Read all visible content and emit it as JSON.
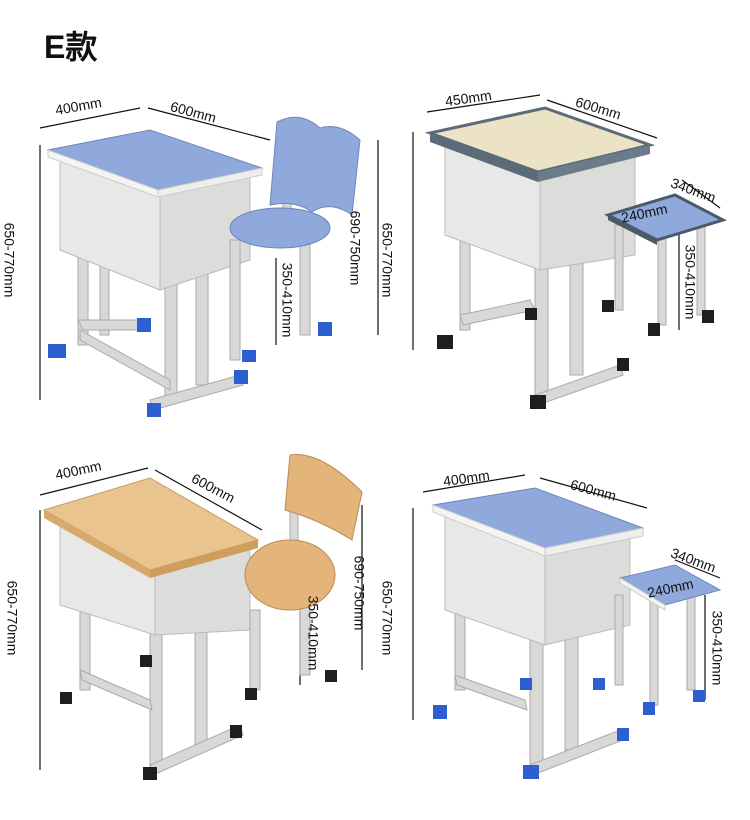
{
  "title": "E款",
  "products": [
    {
      "desk_depth": "400mm",
      "desk_width": "600mm",
      "desk_height": "650-770mm",
      "seat_height": "350-410mm",
      "chair_height": "690-750mm",
      "colors": {
        "top": "#8fa9dd",
        "seat": "#8fa9dd",
        "frame": "#d8d8d6",
        "foot": "#2d5fd1"
      }
    },
    {
      "desk_depth": "450mm",
      "desk_width": "600mm",
      "desk_height": "650-770mm",
      "stool_top_width": "340mm",
      "stool_top_depth": "240mm",
      "stool_height": "350-410mm",
      "colors": {
        "top": "#ece3c6",
        "edge": "#5c6b7a",
        "seat": "#8fa9dd",
        "frame": "#d8d8d6",
        "foot": "#1e1e1e"
      }
    },
    {
      "desk_depth": "400mm",
      "desk_width": "600mm",
      "desk_height": "650-770mm",
      "seat_height": "350-410mm",
      "chair_height": "690-750mm",
      "colors": {
        "top": "#e9c48e",
        "seat": "#e4b57a",
        "frame": "#d8d8d6",
        "foot": "#1e1e1e"
      }
    },
    {
      "desk_depth": "400mm",
      "desk_width": "600mm",
      "desk_height": "650-770mm",
      "stool_top_width": "340mm",
      "stool_top_depth": "240mm",
      "stool_height": "350-410mm",
      "colors": {
        "top": "#8fa9dd",
        "seat": "#8fa9dd",
        "frame": "#d8d8d6",
        "foot": "#2d5fd1"
      }
    }
  ]
}
